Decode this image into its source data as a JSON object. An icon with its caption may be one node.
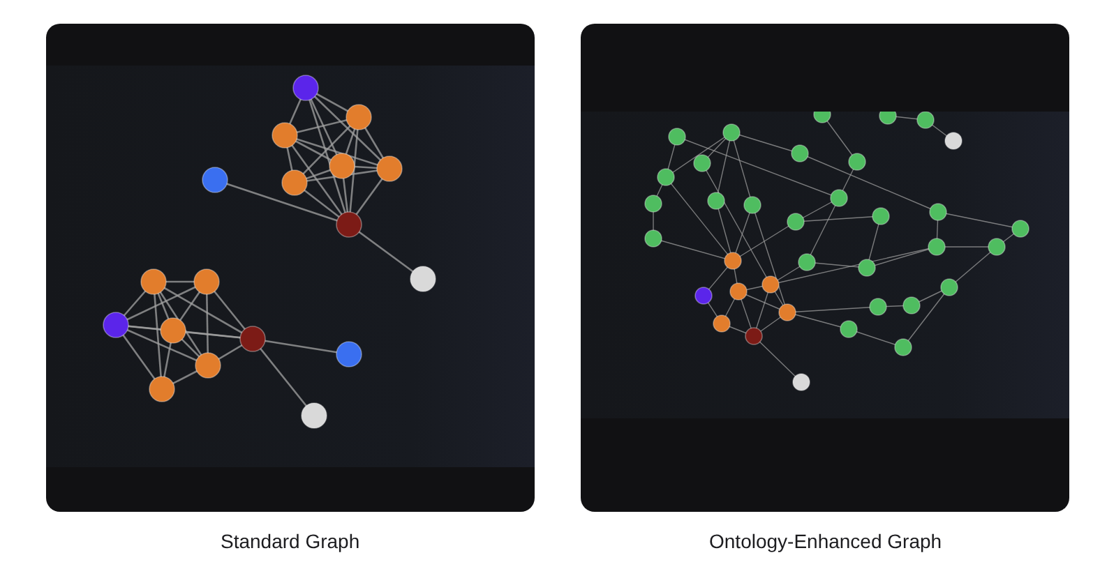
{
  "diagram": {
    "nodes": [
      {
        "text": [],
        "shape": "picture",
        "beside": [
          "Standard Graph"
        ]
      },
      {
        "text": [],
        "shape": "picture",
        "beside": [
          "Ontology-Enhanced Graph"
        ]
      }
    ]
  }
}
